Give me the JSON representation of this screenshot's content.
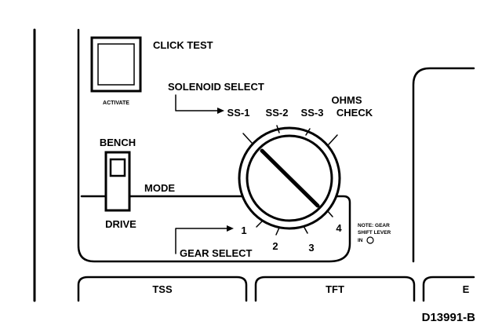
{
  "figure_id": "D13991-B",
  "click_test": {
    "title": "CLICK TEST",
    "activate_label": "ACTIVATE"
  },
  "solenoid_select": {
    "label": "SOLENOID SELECT",
    "positions": [
      "SS-1",
      "SS-2",
      "SS-3"
    ],
    "ohms_line1": "OHMS",
    "ohms_line2": "CHECK"
  },
  "mode": {
    "label": "MODE",
    "bench_label": "BENCH",
    "drive_label": "DRIVE"
  },
  "gear_select": {
    "label": "GEAR SELECT",
    "positions": [
      "1",
      "2",
      "3",
      "4"
    ]
  },
  "note": {
    "line1": "NOTE: GEAR",
    "line2": "SHIFT LEVER",
    "line3": "IN"
  },
  "bottom_tabs": [
    "TSS",
    "TFT",
    "E"
  ]
}
